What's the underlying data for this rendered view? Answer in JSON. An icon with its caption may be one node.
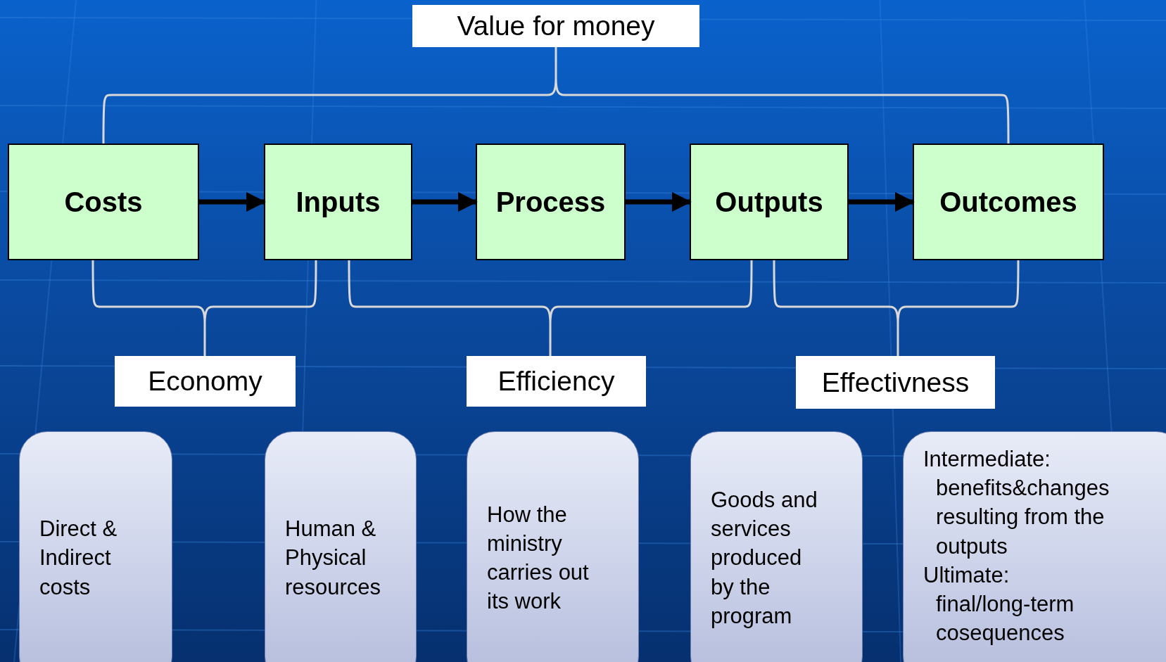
{
  "diagram": {
    "nodes": [
      {
        "text": [
          "Value for money"
        ]
      },
      {
        "text": [
          "Costs"
        ]
      },
      {
        "text": [
          "Inputs"
        ]
      },
      {
        "text": [
          "Process"
        ]
      },
      {
        "text": [
          "Outputs"
        ]
      },
      {
        "text": [
          "Outcomes"
        ]
      },
      {
        "text": [
          "Economy"
        ]
      },
      {
        "text": [
          "Efficiency"
        ]
      },
      {
        "text": [
          "Effectivness"
        ]
      },
      {
        "text": [
          "Direct & Indirect costs"
        ]
      },
      {
        "text": [
          "Human & Physical resources"
        ]
      },
      {
        "text": [
          "How the ministry carries out its work"
        ]
      },
      {
        "text": [
          "Goods and services produced by the program"
        ]
      },
      {
        "text": [
          "Intermediate:",
          "benefits&changes resulting from the outputs",
          "Ultimate:",
          "final/long-term cosequences"
        ]
      }
    ],
    "edges": [
      {
        "from": 1,
        "to": 2,
        "arrow": "to"
      },
      {
        "from": 2,
        "to": 3,
        "arrow": "to"
      },
      {
        "from": 3,
        "to": 4,
        "arrow": "to"
      },
      {
        "from": 4,
        "to": 5,
        "arrow": "to"
      }
    ]
  }
}
